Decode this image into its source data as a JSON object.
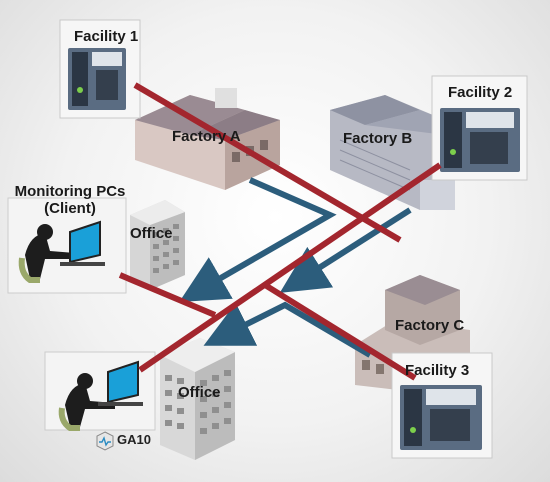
{
  "facilities": [
    {
      "label": "Facility 1"
    },
    {
      "label": "Facility 2"
    },
    {
      "label": "Facility 3"
    }
  ],
  "factories": [
    {
      "label": "Factory A"
    },
    {
      "label": "Factory B"
    },
    {
      "label": "Factory C"
    }
  ],
  "offices": [
    {
      "label": "Office"
    },
    {
      "label": "Office"
    }
  ],
  "monitoring": {
    "line1": "Monitoring PCs",
    "line2": "(Client)"
  },
  "software": {
    "label": "GA10",
    "icon": "ga10-logo-icon"
  },
  "colors": {
    "data_line": "#a3262e",
    "flow_arrow": "#2c5d7c",
    "building_gray": "#c9c9c9",
    "factory_roof": "#8c7d86",
    "monitor_screen": "#1aa0d8",
    "chair": "#9aa86a"
  }
}
